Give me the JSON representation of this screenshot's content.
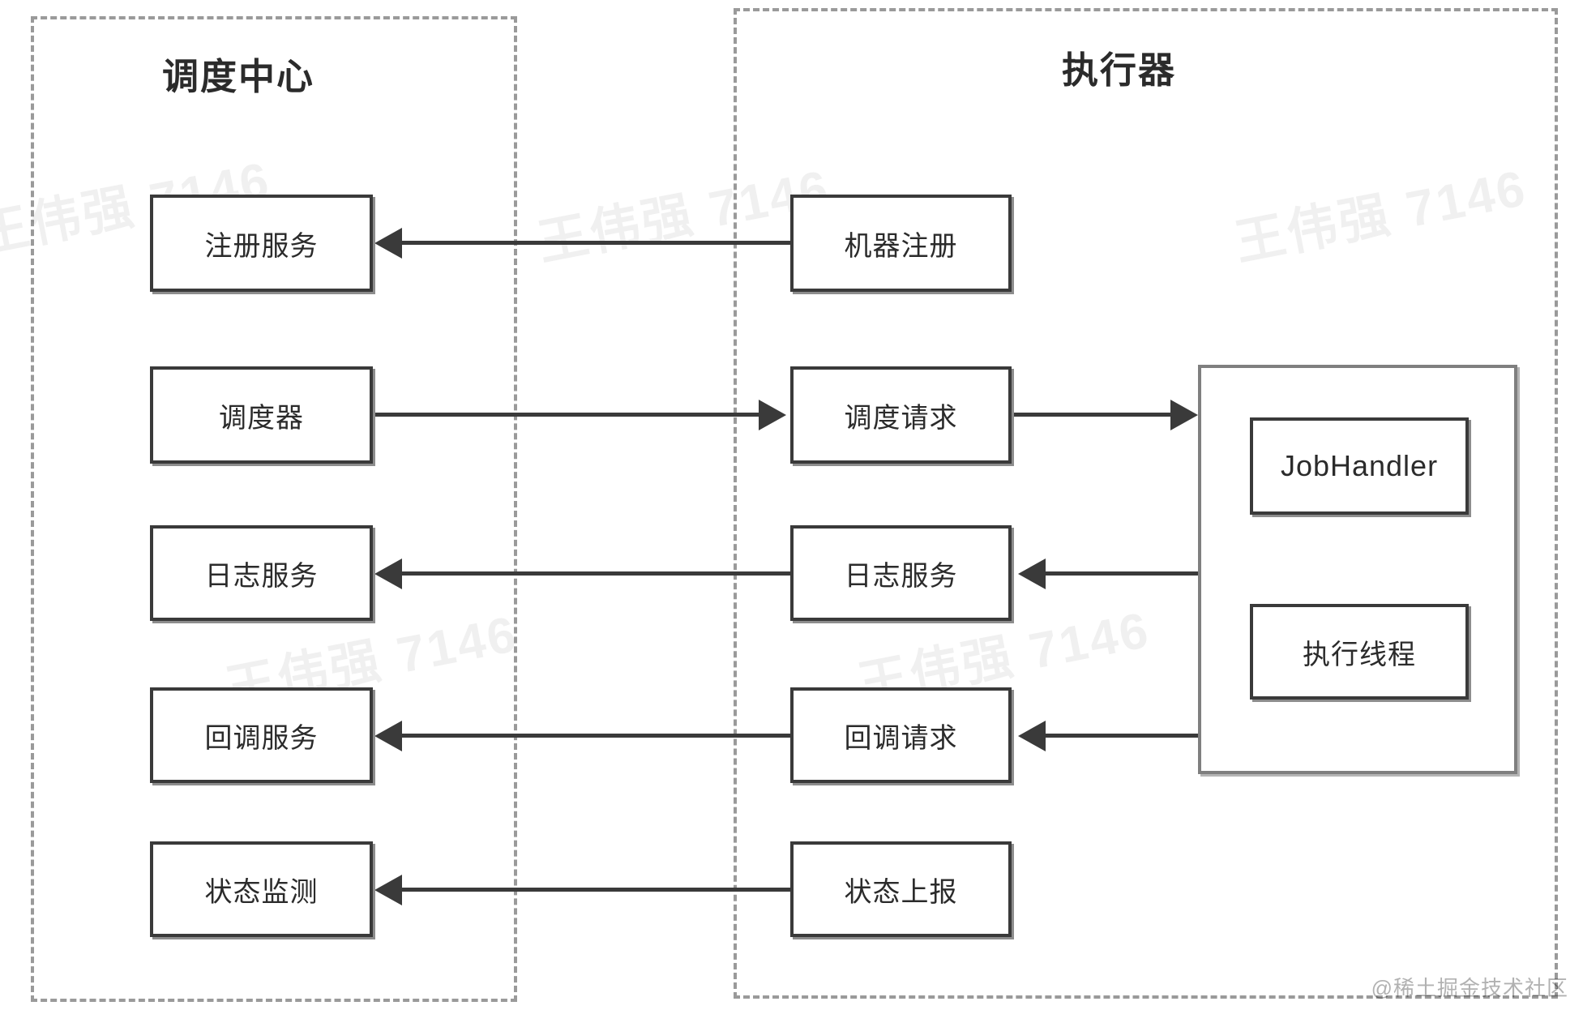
{
  "diagram": {
    "title_left": "调度中心",
    "title_right": "执行器",
    "panels": [
      {
        "name": "scheduler-center",
        "label": "调度中心"
      },
      {
        "name": "executor",
        "label": "执行器"
      }
    ],
    "left_column": [
      {
        "label": "注册服务"
      },
      {
        "label": "调度器"
      },
      {
        "label": "日志服务"
      },
      {
        "label": "回调服务"
      },
      {
        "label": "状态监测"
      }
    ],
    "middle_column": [
      {
        "label": "机器注册"
      },
      {
        "label": "调度请求"
      },
      {
        "label": "日志服务"
      },
      {
        "label": "回调请求"
      },
      {
        "label": "状态上报"
      }
    ],
    "executor_inner": [
      {
        "label": "JobHandler"
      },
      {
        "label": "执行线程"
      }
    ],
    "connections": [
      {
        "from": "机器注册",
        "to": "注册服务",
        "direction": "left"
      },
      {
        "from": "调度器",
        "to": "调度请求",
        "direction": "right"
      },
      {
        "from": "调度请求",
        "to": "执行器容器",
        "direction": "right"
      },
      {
        "from": "执行器容器",
        "to": "日志服务(中)",
        "direction": "left"
      },
      {
        "from": "日志服务(中)",
        "to": "日志服务(左)",
        "direction": "left"
      },
      {
        "from": "执行器容器",
        "to": "回调请求",
        "direction": "left"
      },
      {
        "from": "回调请求",
        "to": "回调服务",
        "direction": "left"
      },
      {
        "from": "状态上报",
        "to": "状态监测",
        "direction": "left"
      }
    ],
    "watermarks": {
      "diagonal": "王伟强 7146",
      "corner": "@稀土掘金技术社区"
    },
    "colors": {
      "box_border": "#3a3a3a",
      "panel_border": "#9a9a9a",
      "container_border": "#7f7f7f",
      "text": "#2b2b2b",
      "background": "#ffffff"
    }
  }
}
